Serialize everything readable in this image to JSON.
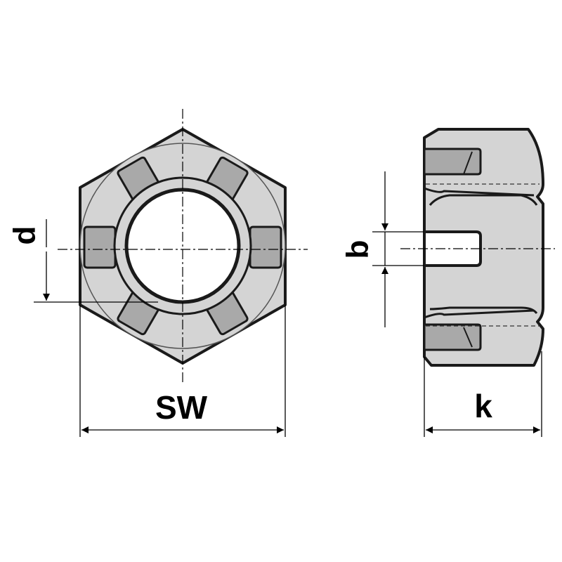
{
  "labels": {
    "d": "d",
    "sw": "SW",
    "b": "b",
    "k": "k"
  },
  "colors": {
    "fill_light": "#d4d4d4",
    "fill_mid": "#a9a9a9",
    "stroke": "#1a1a1a",
    "background": "#ffffff"
  }
}
